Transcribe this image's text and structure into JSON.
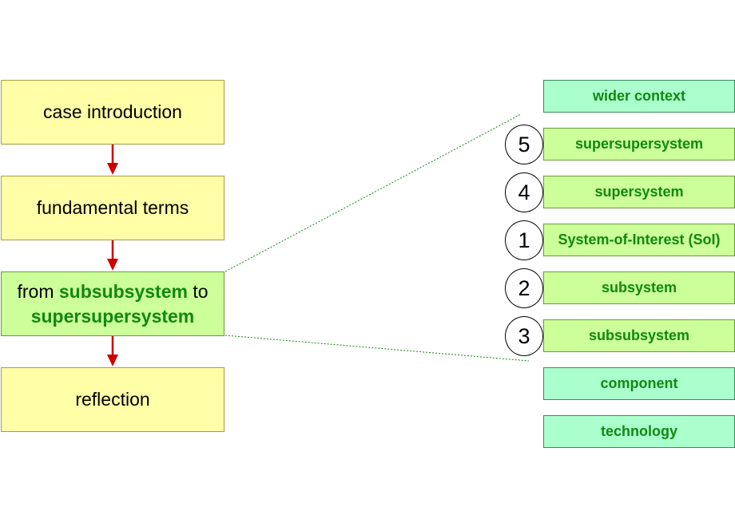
{
  "flow": {
    "case_intro": "case introduction",
    "fundamental": "fundamental terms",
    "from_prefix": "from",
    "from_subsub": "subsubsystem",
    "from_to": "to",
    "from_supersuper": "supersupersystem",
    "reflection": "reflection"
  },
  "levels": {
    "wider_context": "wider context",
    "supersupersystem": "supersupersystem",
    "supersystem": "supersystem",
    "soi": "System-of-Interest (SoI)",
    "subsystem": "subsystem",
    "subsubsystem": "subsubsystem",
    "component": "component",
    "technology": "technology"
  },
  "badges": {
    "supersupersystem": "5",
    "supersystem": "4",
    "soi": "1",
    "subsystem": "2",
    "subsubsystem": "3"
  },
  "colors": {
    "flow_box": "#ffffa8",
    "active_box": "#ccff99",
    "context_box": "#aaffcc",
    "accent_text": "#118811",
    "arrow": "#cc0000",
    "connector": "#118811"
  }
}
